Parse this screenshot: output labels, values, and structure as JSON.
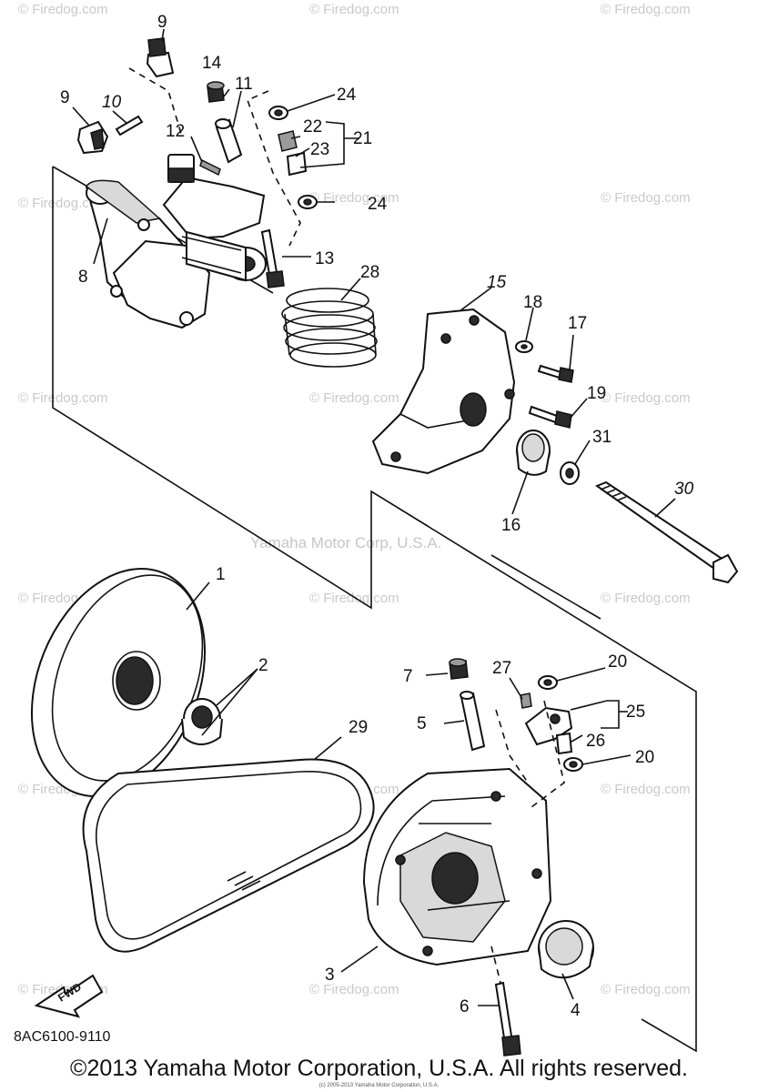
{
  "diagram_code": "8AC6100-9110",
  "copyright": "©2013 Yamaha Motor Corporation, U.S.A. All rights reserved.",
  "small_notice": "(c) 2005-2013 Yamaha Motor Corporation, U.S.A.",
  "center_watermark": "Yamaha Motor Corp, U.S.A.",
  "watermark": "© Firedog.com",
  "fwd_label": "FWD",
  "callouts": {
    "c1": "1",
    "c2": "2",
    "c3": "3",
    "c4": "4",
    "c5": "5",
    "c6": "6",
    "c7": "7",
    "c8": "8",
    "c9a": "9",
    "c9b": "9",
    "c10": "10",
    "c11": "11",
    "c12": "12",
    "c13": "13",
    "c14": "14",
    "c15": "15",
    "c16": "16",
    "c17": "17",
    "c18": "18",
    "c19": "19",
    "c20a": "20",
    "c20b": "20",
    "c21": "21",
    "c22": "22",
    "c23": "23",
    "c24a": "24",
    "c24b": "24",
    "c25": "25",
    "c26": "26",
    "c27": "27",
    "c28": "28",
    "c29": "29",
    "c30": "30",
    "c31": "31"
  }
}
